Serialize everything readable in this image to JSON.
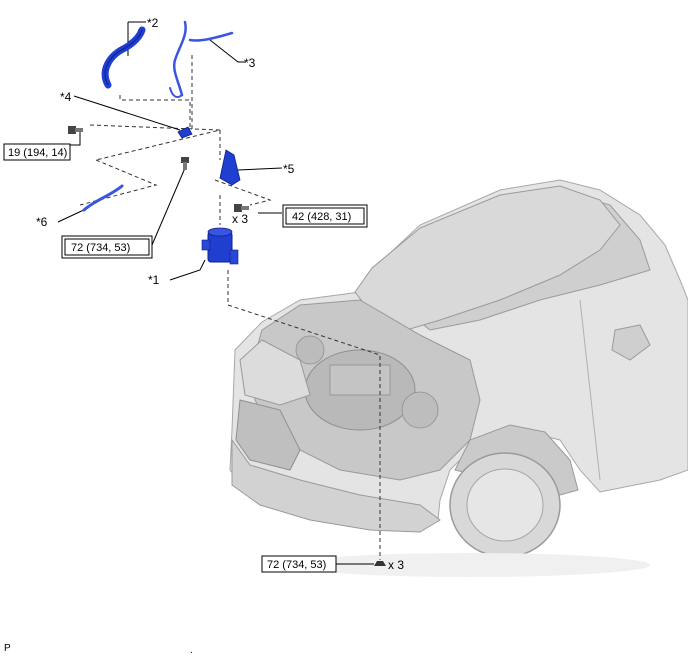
{
  "callouts": {
    "c1": "*1",
    "c2": "*2",
    "c3": "*3",
    "c4": "*4",
    "c5": "*5",
    "c6": "*6"
  },
  "torque": {
    "t_small": "19 (194, 14)",
    "t_bracket": "42 (428, 31)",
    "t_pump": "72 (734, 53)",
    "t_nut": "72 (734, 53)"
  },
  "quantities": {
    "bracket_bolts": "x 3",
    "nuts": "x 3"
  },
  "footer": {
    "code": "P",
    "dot": "."
  },
  "colors": {
    "part_blue": "#1f3fd0",
    "part_blue_dark": "#0d1f8a",
    "vehicle_gray": "#d6d6d6",
    "vehicle_edge": "#9a9a9a"
  }
}
